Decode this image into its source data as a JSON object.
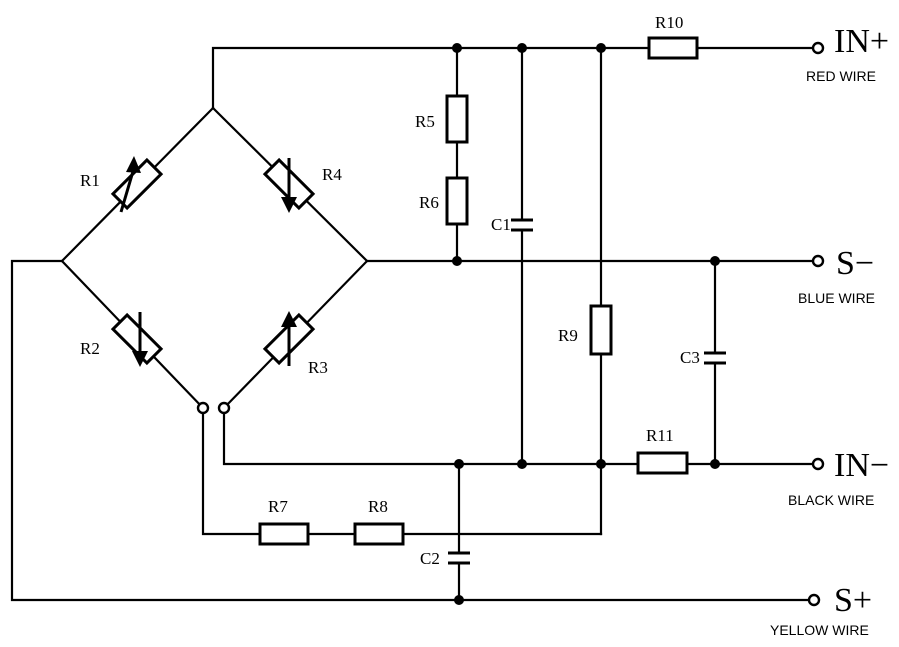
{
  "components": {
    "R1": "R1",
    "R2": "R2",
    "R3": "R3",
    "R4": "R4",
    "R5": "R5",
    "R6": "R6",
    "R7": "R7",
    "R8": "R8",
    "R9": "R9",
    "R10": "R10",
    "R11": "R11",
    "C1": "C1",
    "C2": "C2",
    "C3": "C3"
  },
  "terminals": {
    "in_plus": {
      "label": "IN+",
      "wire": "RED WIRE"
    },
    "s_minus": {
      "label": "S−",
      "wire": "BLUE WIRE"
    },
    "in_minus": {
      "label": "IN−",
      "wire": "BLACK WIRE"
    },
    "s_plus": {
      "label": "S+",
      "wire": "YELLOW WIRE"
    }
  }
}
